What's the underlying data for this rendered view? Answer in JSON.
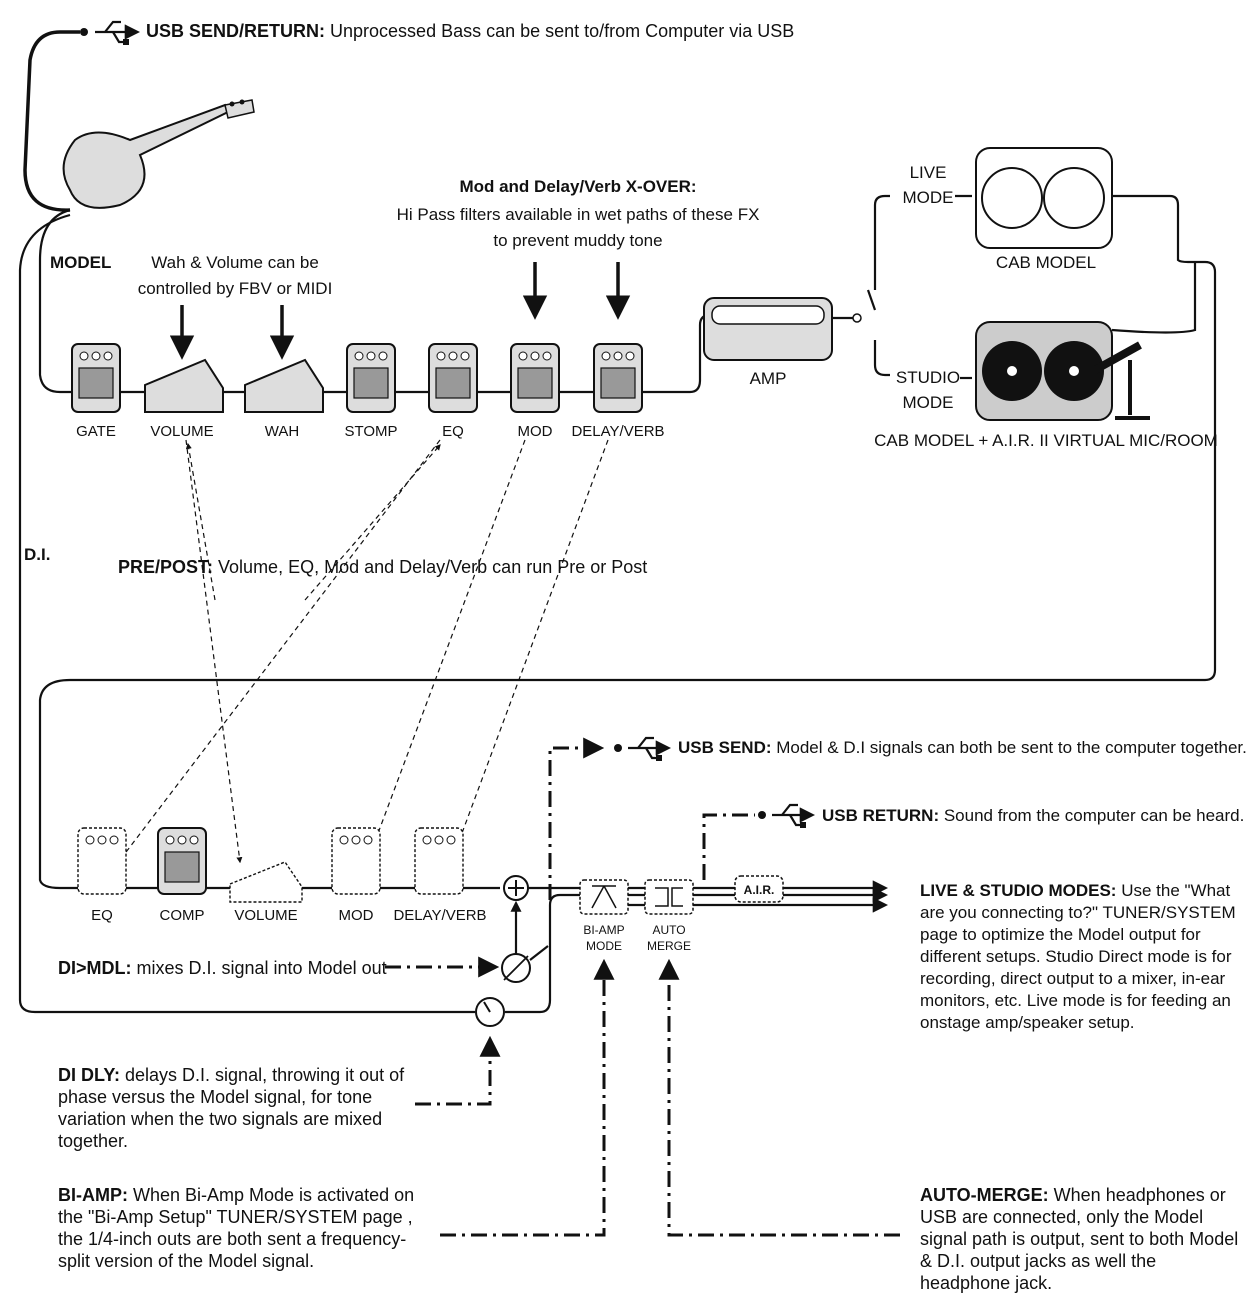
{
  "usb_send_return": {
    "label": "USB SEND/RETURN:",
    "text": " Unprocessed Bass can be sent to/from Computer via USB"
  },
  "model_label": "MODEL",
  "di_label": "D.I.",
  "wah_volume_note": [
    "Wah & Volume can be",
    "controlled by FBV or MIDI"
  ],
  "xover": {
    "title": "Mod and Delay/Verb X-OVER:",
    "lines": [
      "Hi Pass filters available in wet paths of these FX",
      "to prevent muddy tone"
    ]
  },
  "model_chain": [
    "GATE",
    "VOLUME",
    "WAH",
    "STOMP",
    "EQ",
    "MOD",
    "DELAY/VERB"
  ],
  "amp_label": "AMP",
  "live_mode": [
    "LIVE",
    "MODE"
  ],
  "studio_mode": [
    "STUDIO",
    "MODE"
  ],
  "cab_model": "CAB MODEL",
  "cab_air": "CAB MODEL + A.I.R. II VIRTUAL MIC/ROOM",
  "pre_post": {
    "label": "PRE/POST:",
    "text": " Volume, EQ, Mod and Delay/Verb can run Pre or Post"
  },
  "di_chain": [
    "EQ",
    "COMP",
    "VOLUME",
    "MOD",
    "DELAY/VERB"
  ],
  "usb_send": {
    "label": "USB SEND:",
    "text": " Model & D.I signals can both be sent to the computer together."
  },
  "usb_return": {
    "label": "USB RETURN:",
    "text": " Sound from the computer can be heard."
  },
  "biamp_mode": [
    "BI-AMP",
    "MODE"
  ],
  "auto_merge": [
    "AUTO",
    "MERGE"
  ],
  "air_block": "A.I.R.",
  "live_studio": {
    "label": "LIVE & STUDIO MODES:",
    "text": " Use the \"What are you connecting to?\" TUNER/SYSTEM page to optimize the Model output for different setups. Studio Direct mode is for recording, direct output to a mixer, in-ear monitors, etc. Live mode is for feeding an onstage amp/speaker setup."
  },
  "di_mdl": {
    "label": "DI>MDL:",
    "text": " mixes D.I. signal into Model out"
  },
  "di_dly": {
    "label": "DI DLY:",
    "text": " delays D.I. signal, throwing it out of phase versus the Model signal, for tone variation when the two signals are mixed together."
  },
  "bi_amp": {
    "label": "BI-AMP:",
    "text": " When Bi-Amp Mode is activated on the \"Bi-Amp Setup\" TUNER/SYSTEM page , the 1/4-inch outs are both sent a frequency-split version of the Model signal."
  },
  "auto_merge_note": {
    "label": "AUTO-MERGE:",
    "text": " When headphones or USB are connected, only the Model signal path is output, sent to both Model & D.I. output jacks as well the headphone jack."
  }
}
